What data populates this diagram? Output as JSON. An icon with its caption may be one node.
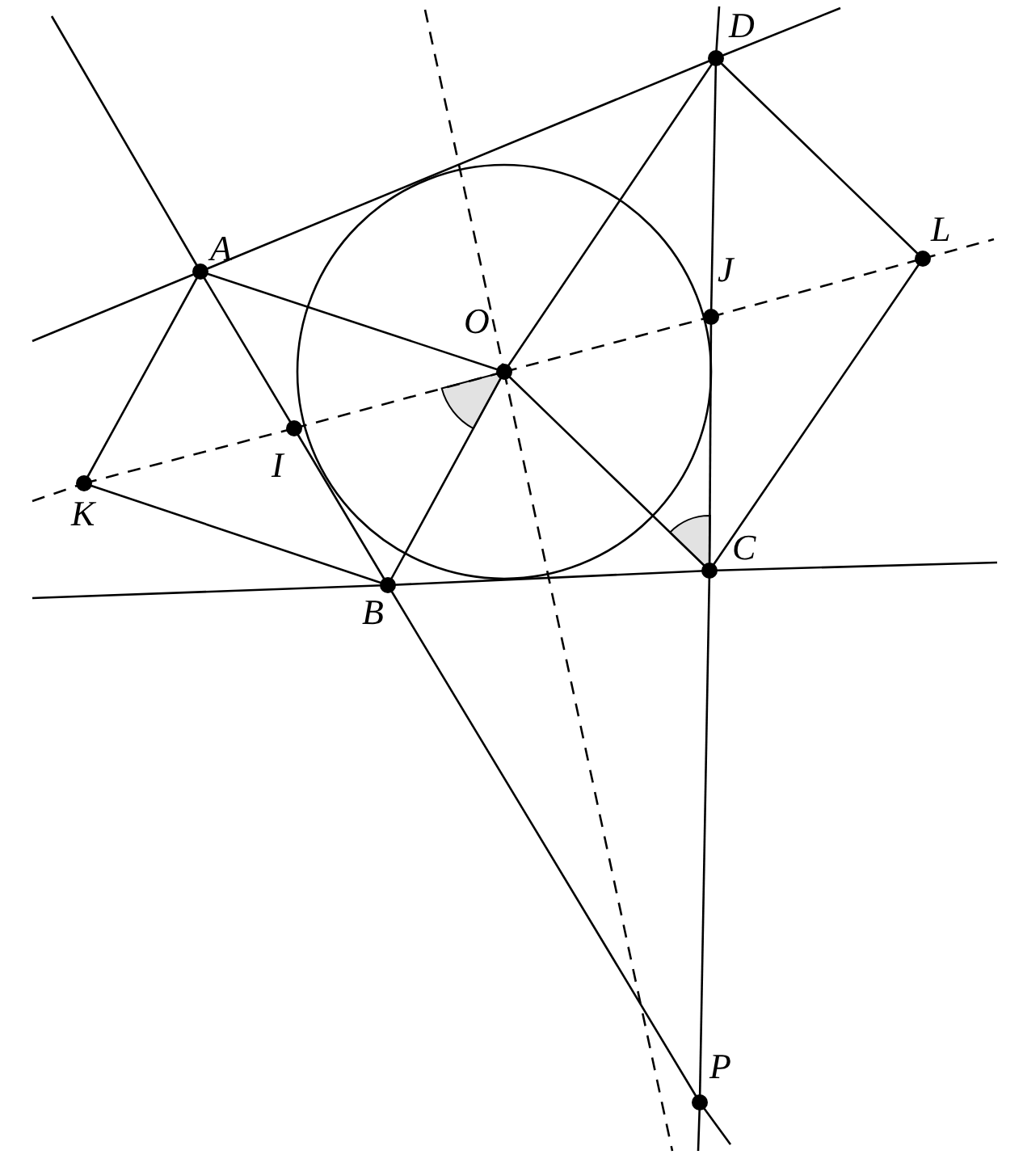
{
  "diagram": {
    "nodes": [
      {
        "text": [
          "A"
        ]
      },
      {
        "text": [
          "B"
        ]
      },
      {
        "text": [
          "C"
        ]
      },
      {
        "text": [
          "D"
        ]
      },
      {
        "text": [
          "O"
        ]
      },
      {
        "text": [
          "I"
        ]
      },
      {
        "text": [
          "J"
        ]
      },
      {
        "text": [
          "K"
        ]
      },
      {
        "text": [
          "L"
        ]
      },
      {
        "text": [
          "P"
        ]
      }
    ],
    "edges": [
      {
        "from": null,
        "to": 0,
        "arrow": "none"
      },
      {
        "from": 0,
        "to": 3,
        "arrow": "none"
      },
      {
        "from": 3,
        "to": null,
        "arrow": "none"
      },
      {
        "from": null,
        "to": 0,
        "arrow": "none"
      },
      {
        "from": 0,
        "to": 5,
        "arrow": "none"
      },
      {
        "from": 5,
        "to": 1,
        "arrow": "none"
      },
      {
        "from": 1,
        "to": 9,
        "arrow": "none"
      },
      {
        "from": 9,
        "to": null,
        "arrow": "none"
      },
      {
        "from": null,
        "to": 1,
        "arrow": "none"
      },
      {
        "from": 1,
        "to": 2,
        "arrow": "none"
      },
      {
        "from": 2,
        "to": null,
        "arrow": "none"
      },
      {
        "from": null,
        "to": 3,
        "arrow": "none"
      },
      {
        "from": 3,
        "to": 6,
        "arrow": "none"
      },
      {
        "from": 6,
        "to": 2,
        "arrow": "none"
      },
      {
        "from": 2,
        "to": 9,
        "arrow": "none"
      },
      {
        "from": 9,
        "to": null,
        "arrow": "none"
      },
      {
        "from": 0,
        "to": 7,
        "arrow": "none"
      },
      {
        "from": 7,
        "to": 1,
        "arrow": "none"
      },
      {
        "from": 0,
        "to": 4,
        "arrow": "none"
      },
      {
        "from": 4,
        "to": 2,
        "arrow": "none"
      },
      {
        "from": 1,
        "to": 4,
        "arrow": "none"
      },
      {
        "from": 4,
        "to": 3,
        "arrow": "none"
      },
      {
        "from": 3,
        "to": 8,
        "arrow": "none"
      },
      {
        "from": 8,
        "to": 2,
        "arrow": "none"
      },
      {
        "from": null,
        "to": 7,
        "arrow": "none",
        "style": "dashed"
      },
      {
        "from": 7,
        "to": 5,
        "arrow": "none",
        "style": "dashed"
      },
      {
        "from": 5,
        "to": 4,
        "arrow": "none",
        "style": "dashed"
      },
      {
        "from": 4,
        "to": 6,
        "arrow": "none",
        "style": "dashed"
      },
      {
        "from": 6,
        "to": 8,
        "arrow": "none",
        "style": "dashed"
      },
      {
        "from": 8,
        "to": null,
        "arrow": "none",
        "style": "dashed"
      },
      {
        "from": null,
        "to": 4,
        "arrow": "none",
        "style": "dashed"
      },
      {
        "from": 4,
        "to": null,
        "arrow": "none",
        "style": "dashed"
      }
    ]
  }
}
